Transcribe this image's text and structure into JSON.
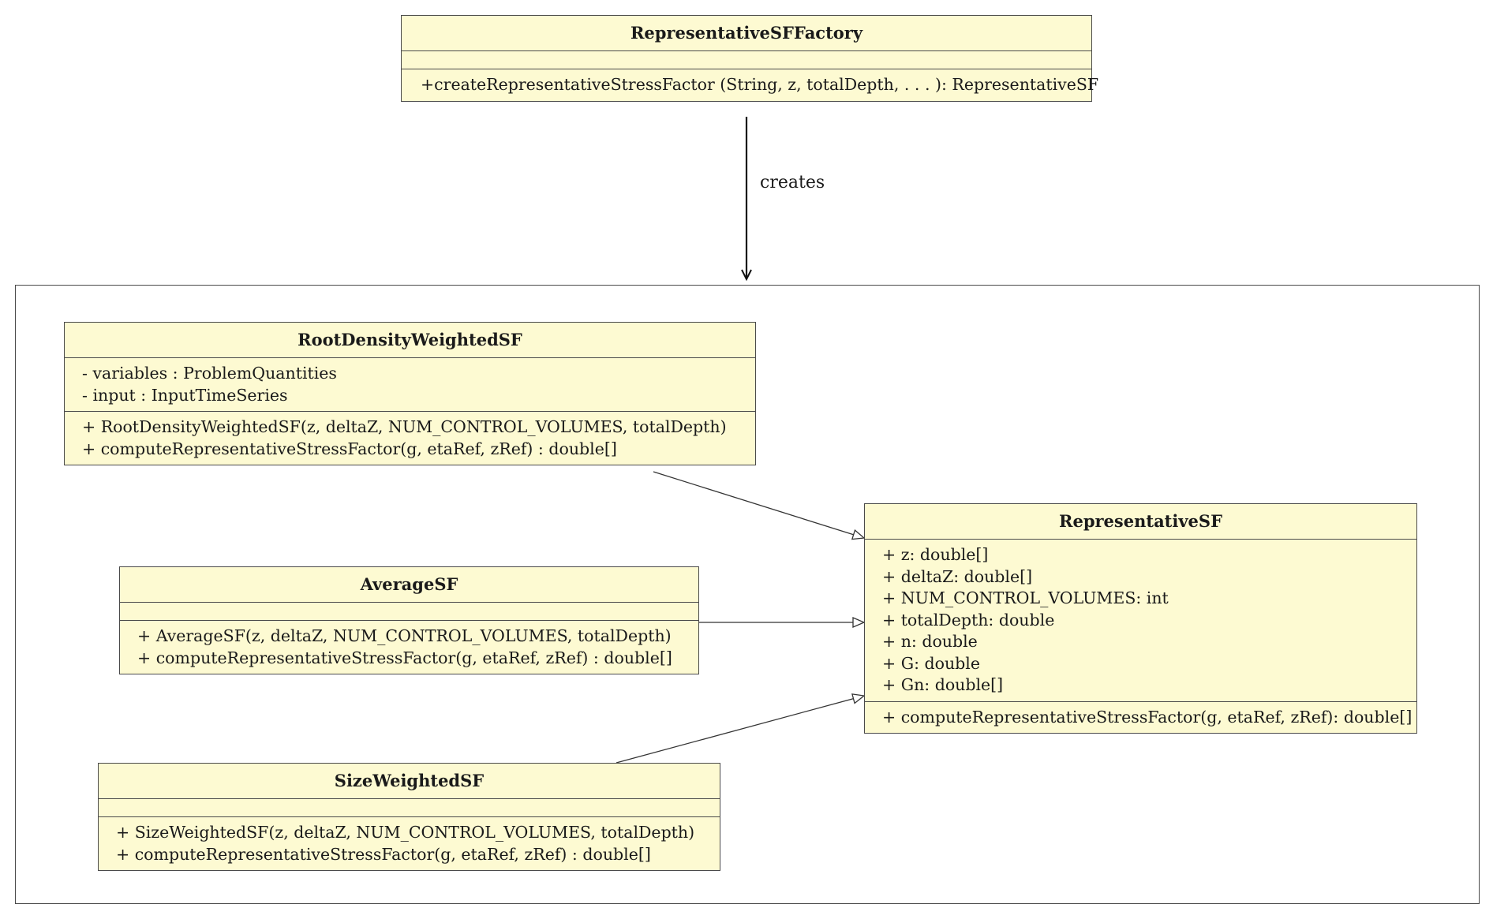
{
  "classes": {
    "factory": {
      "name": "RepresentativeSFFactory",
      "attributes": [],
      "methods": [
        "+createRepresentativeStressFactor (String, z, totalDepth, . . . ): RepresentativeSF"
      ]
    },
    "root": {
      "name": "RootDensityWeightedSF",
      "attributes": [
        "- variables : ProblemQuantities",
        "- input : InputTimeSeries"
      ],
      "methods": [
        "+ RootDensityWeightedSF(z, deltaZ, NUM_CONTROL_VOLUMES, totalDepth)",
        "+ computeRepresentativeStressFactor(g, etaRef, zRef) : double[]"
      ]
    },
    "average": {
      "name": "AverageSF",
      "attributes": [],
      "methods": [
        "+ AverageSF(z, deltaZ, NUM_CONTROL_VOLUMES, totalDepth)",
        "+ computeRepresentativeStressFactor(g, etaRef, zRef) : double[]"
      ]
    },
    "size": {
      "name": "SizeWeightedSF",
      "attributes": [],
      "methods": [
        "+ SizeWeightedSF(z, deltaZ, NUM_CONTROL_VOLUMES, totalDepth)",
        "+ computeRepresentativeStressFactor(g, etaRef, zRef) : double[]"
      ]
    },
    "rep": {
      "name": "RepresentativeSF",
      "attributes": [
        "+ z: double[]",
        "+ deltaZ: double[]",
        "+ NUM_CONTROL_VOLUMES: int",
        "+ totalDepth: double",
        "+ n: double",
        "+ G: double",
        "+ Gn: double[]"
      ],
      "methods": [
        "+ computeRepresentativeStressFactor(g, etaRef, zRef): double[]"
      ]
    }
  },
  "relations": {
    "creates_label": "creates"
  },
  "colors": {
    "class_fill": "#fdfad2",
    "border": "#4a4a4a"
  }
}
